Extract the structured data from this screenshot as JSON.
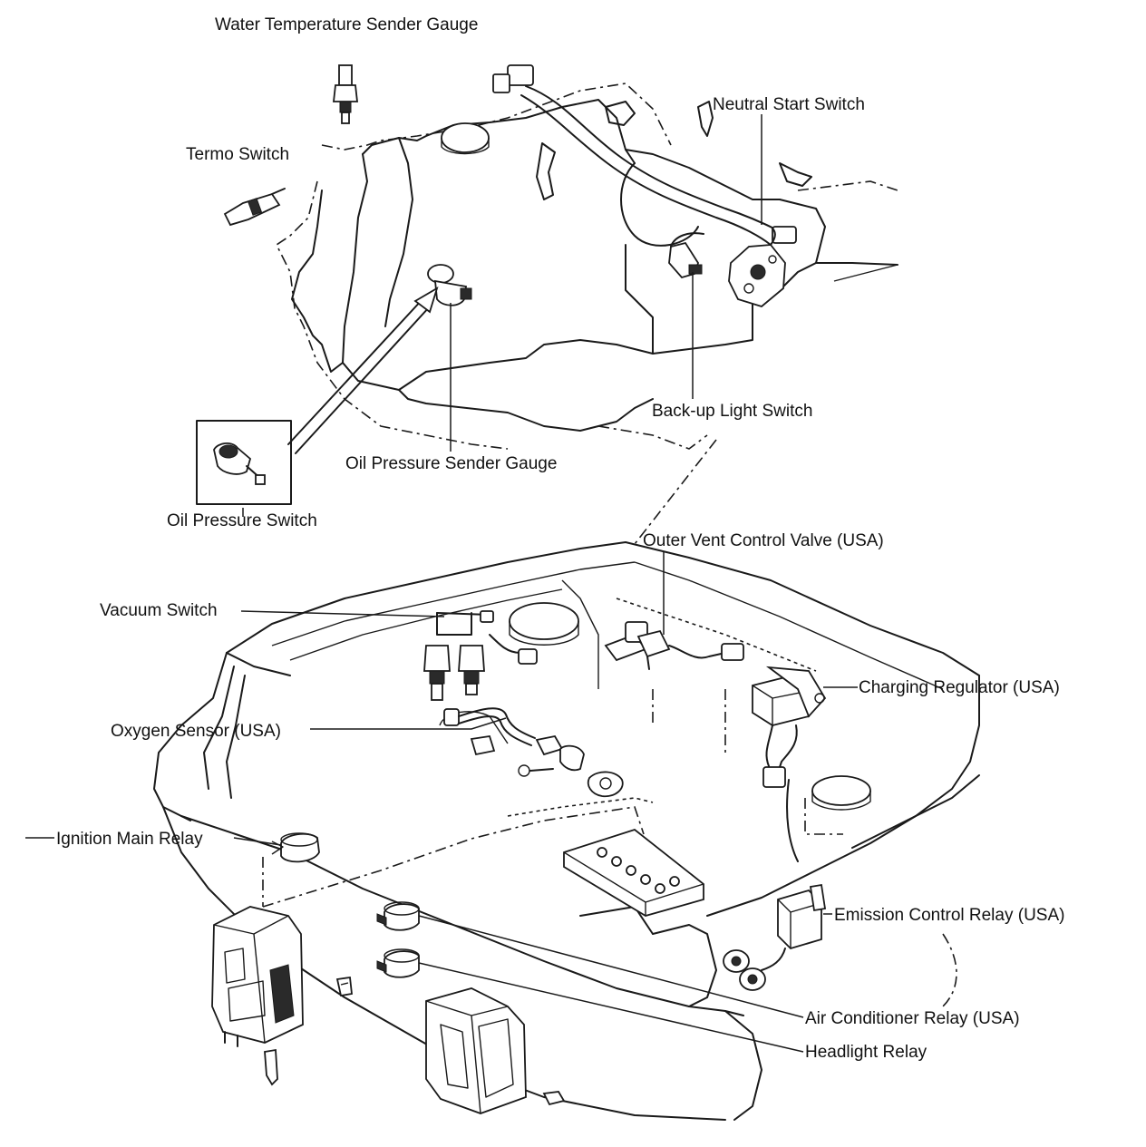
{
  "labels": {
    "water_temp_sender": "Water Temperature Sender Gauge",
    "termo_switch": "Termo Switch",
    "neutral_start_switch": "Neutral Start Switch",
    "backup_light_switch": "Back-up Light Switch",
    "oil_pressure_sender": "Oil Pressure Sender Gauge",
    "oil_pressure_switch": "Oil Pressure Switch",
    "outer_vent_control_valve": "Outer Vent Control Valve (USA)",
    "vacuum_switch": "Vacuum Switch",
    "charging_regulator": "Charging Regulator (USA)",
    "oxygen_sensor": "Oxygen Sensor (USA)",
    "ignition_main_relay": "Ignition Main Relay",
    "emission_control_relay": "Emission Control Relay (USA)",
    "air_conditioner_relay": "Air Conditioner Relay (USA)",
    "headlight_relay": "Headlight Relay"
  }
}
